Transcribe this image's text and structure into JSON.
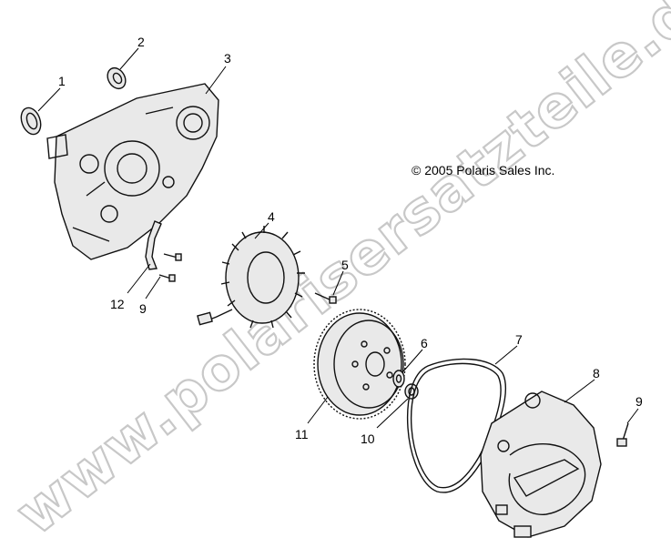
{
  "copyright": "© 2005 Polaris Sales Inc.",
  "watermark": "www.polarisersatzteile.de",
  "callouts": [
    "1",
    "2",
    "3",
    "4",
    "5",
    "6",
    "7",
    "8",
    "9",
    "9",
    "10",
    "11",
    "12"
  ]
}
